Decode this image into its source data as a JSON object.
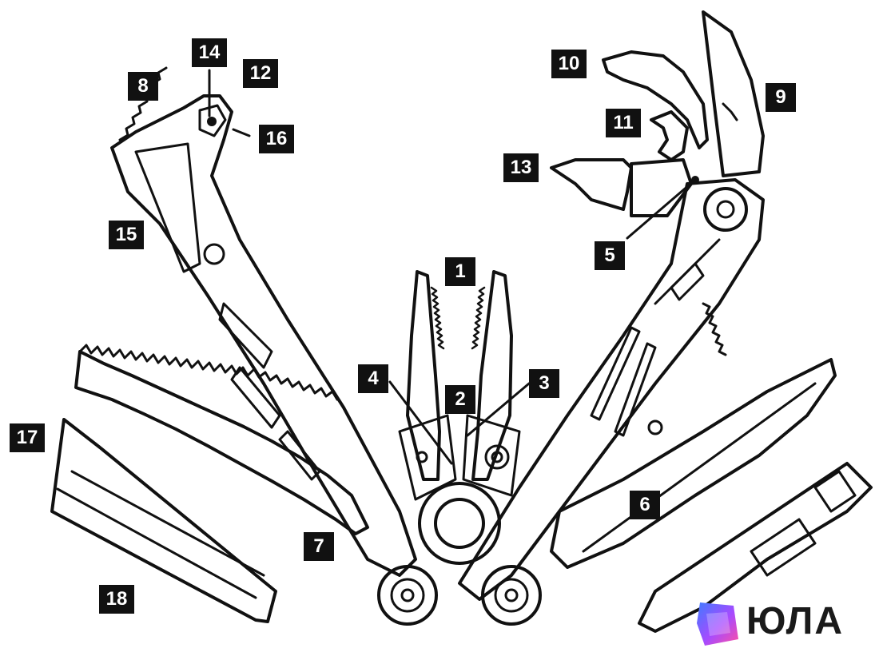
{
  "diagram": {
    "callouts": [
      "1",
      "2",
      "3",
      "4",
      "5",
      "6",
      "7",
      "8",
      "9",
      "10",
      "11",
      "12",
      "13",
      "14",
      "15",
      "16",
      "17",
      "18"
    ]
  },
  "watermark": {
    "brand": "ЮЛА",
    "logo_icon": "yula-logo-icon",
    "logo_colors": [
      "#3f7bff",
      "#a64bff",
      "#ff4fa3"
    ]
  }
}
